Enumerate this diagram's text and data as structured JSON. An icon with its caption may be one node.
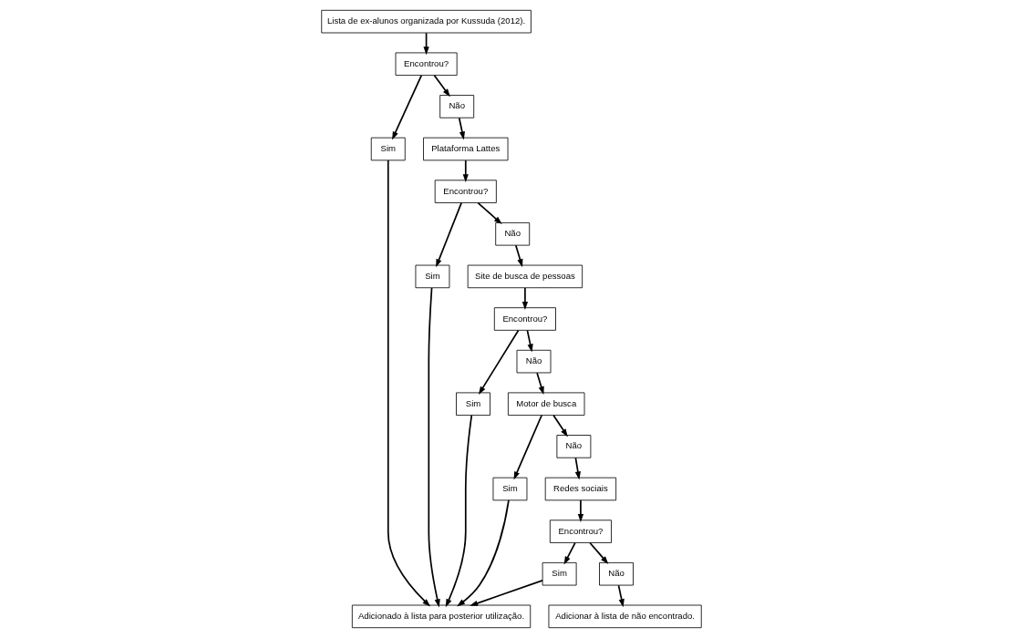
{
  "diagram": {
    "nodes": [
      {
        "text": [
          "Lista de ex-alunos organizada por Kussuda (2012)."
        ]
      },
      {
        "text": [
          "Sim"
        ]
      },
      {
        "text": [
          "Encontrou?"
        ]
      },
      {
        "text": [
          "Não"
        ]
      },
      {
        "text": [
          "Sim"
        ]
      },
      {
        "text": [
          "Encontrou?"
        ]
      },
      {
        "text": [
          "Plataforma Lattes"
        ]
      },
      {
        "text": [
          "Site de busca de pessoas"
        ]
      },
      {
        "text": [
          "Não"
        ]
      },
      {
        "text": [
          "Não"
        ]
      },
      {
        "text": [
          "Motor de busca"
        ]
      },
      {
        "text": [
          "Não"
        ]
      },
      {
        "text": [
          "Encontrou?"
        ]
      },
      {
        "text": [
          "Sim"
        ]
      },
      {
        "text": [
          "Sim"
        ]
      },
      {
        "text": [
          "Redes sociais"
        ]
      },
      {
        "text": [
          "Encontrou?"
        ]
      },
      {
        "text": [
          "Adicionado à lista para posterior utilização."
        ]
      },
      {
        "text": [
          "Sim"
        ]
      },
      {
        "text": [
          "Não"
        ]
      },
      {
        "text": [
          "Adicionar à lista de não encontrado."
        ]
      }
    ],
    "edges": [
      {
        "from": 0,
        "to": 2,
        "arrow": "to"
      },
      {
        "from": 2,
        "to": 1,
        "arrow": "to"
      },
      {
        "from": 2,
        "to": 3,
        "arrow": "to"
      },
      {
        "from": 3,
        "to": 6,
        "arrow": "to"
      },
      {
        "from": 6,
        "to": 5,
        "arrow": "to"
      },
      {
        "from": 5,
        "to": 4,
        "arrow": "to"
      },
      {
        "from": 5,
        "to": 8,
        "arrow": "to"
      },
      {
        "from": 8,
        "to": 7,
        "arrow": "to"
      },
      {
        "from": 7,
        "to": 12,
        "arrow": "to"
      },
      {
        "from": 12,
        "to": 9,
        "arrow": "to"
      },
      {
        "from": 12,
        "to": 13,
        "arrow": "to"
      },
      {
        "from": 9,
        "to": 10,
        "arrow": "to"
      },
      {
        "from": 10,
        "to": 11,
        "arrow": "to"
      },
      {
        "from": 10,
        "to": 14,
        "arrow": "to"
      },
      {
        "from": 11,
        "to": 15,
        "arrow": "to"
      },
      {
        "from": 15,
        "to": 16,
        "arrow": "to"
      },
      {
        "from": 16,
        "to": 18,
        "arrow": "to"
      },
      {
        "from": 16,
        "to": 19,
        "arrow": "to"
      },
      {
        "from": 18,
        "to": 17,
        "arrow": "to"
      },
      {
        "from": 19,
        "to": 20,
        "arrow": "to"
      },
      {
        "from": 1,
        "to": 17,
        "arrow": "to"
      },
      {
        "from": 4,
        "to": 17,
        "arrow": "to"
      },
      {
        "from": 13,
        "to": 17,
        "arrow": "to"
      },
      {
        "from": 14,
        "to": 17,
        "arrow": "to"
      }
    ]
  }
}
